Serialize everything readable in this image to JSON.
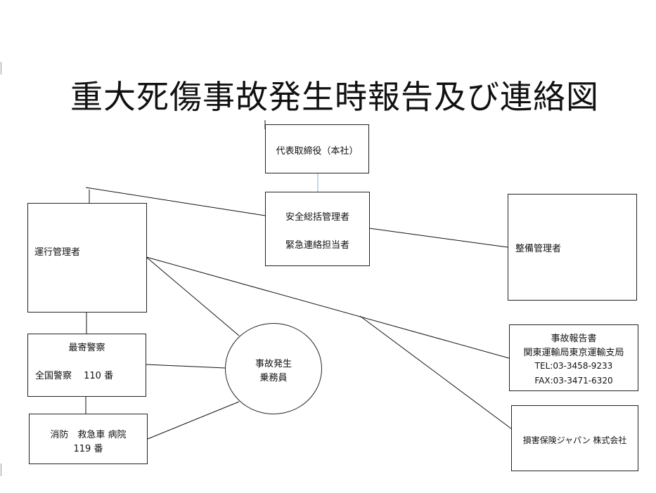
{
  "title": "重大死傷事故発生時報告及び連絡図",
  "nodes": {
    "president": {
      "label": "代表取締役（本社）"
    },
    "safety_manager": {
      "line1": "安全総括管理者",
      "line2": "緊急連絡担当者"
    },
    "operations_manager": {
      "label": "運行管理者"
    },
    "maintenance_manager": {
      "label": "整備管理者"
    },
    "police": {
      "line1": "最寄警察",
      "line2": "全国警察　 110 番"
    },
    "fire": {
      "line1": "消防　救急車  病院",
      "line2": "119 番"
    },
    "incident": {
      "line1": "事故発生",
      "line2": "乗務員"
    },
    "transport_bureau": {
      "line1": "事故報告書",
      "line2": "関東運輸局東京運輸支局",
      "tel": "TEL:03-3458-9233",
      "fax": "FAX:03-3471-6320"
    },
    "insurance": {
      "label": "損害保険ジャパン 株式会社"
    }
  },
  "colors": {
    "connector_top": "#7fb6c9",
    "line": "#111111"
  }
}
